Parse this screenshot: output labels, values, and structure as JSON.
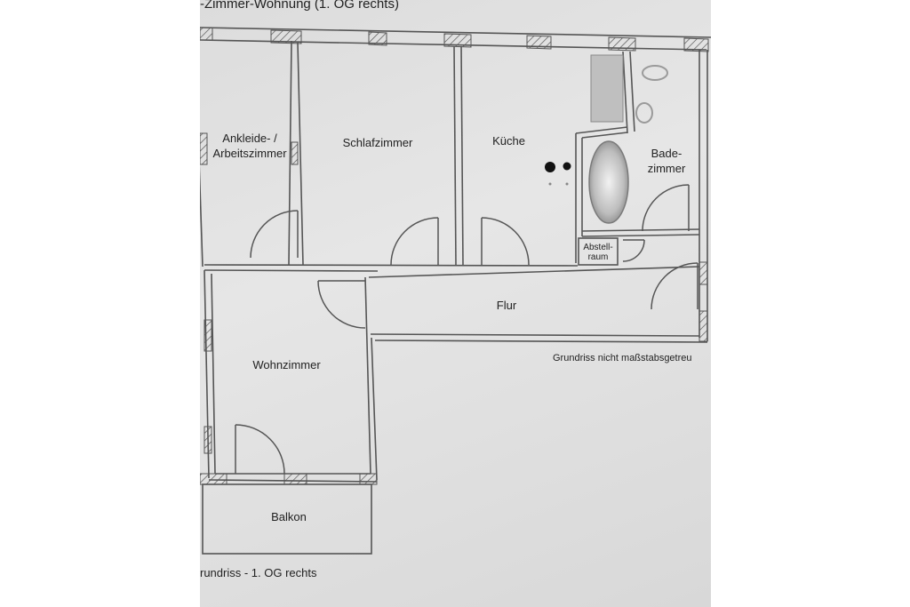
{
  "header": {
    "title": "-Zimmer-Wohnung (1. OG rechts)"
  },
  "rooms": {
    "ankleide": "Ankleide- /\nArbeitszimmer",
    "schlafzimmer": "Schlafzimmer",
    "kueche": "Küche",
    "bad": "Bade-\nzimmer",
    "abstellraum": "Abstell-\nraum",
    "flur": "Flur",
    "wohnzimmer": "Wohnzimmer",
    "balkon": "Balkon"
  },
  "notes": {
    "scale": "Grundriss nicht maßstabsgetreu",
    "caption": "rundriss - 1. OG rechts"
  },
  "colors": {
    "wall": "#555555",
    "background": "#e2e2e2",
    "fixture": "#9a9a9a"
  }
}
